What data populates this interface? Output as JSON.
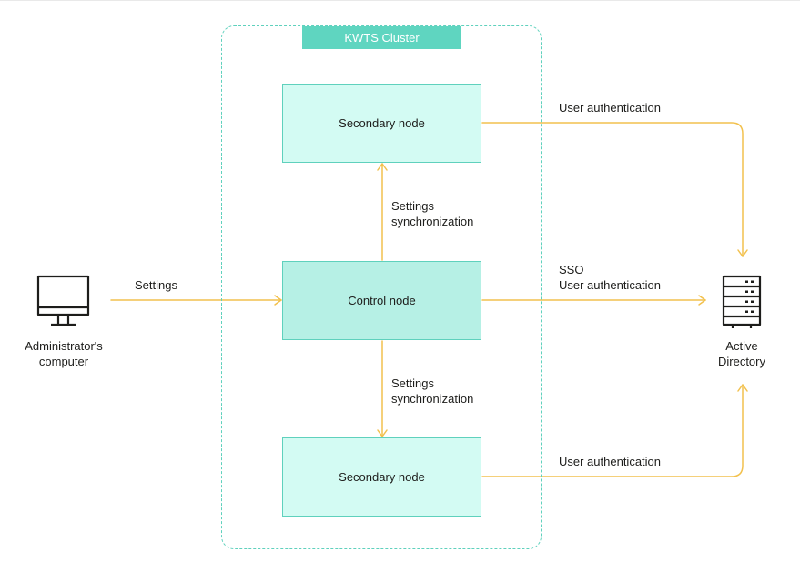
{
  "cluster": {
    "title": "KWTS Cluster"
  },
  "nodes": {
    "secondary_top": "Secondary node",
    "control": "Control node",
    "secondary_bottom": "Secondary node"
  },
  "admin": {
    "line1": "Administrator's",
    "line2": "computer"
  },
  "ad": {
    "line1": "Active",
    "line2": "Directory"
  },
  "edges": {
    "settings": "Settings",
    "sync_up": {
      "line1": "Settings",
      "line2": "synchronization"
    },
    "sync_down": {
      "line1": "Settings",
      "line2": "synchronization"
    },
    "auth_top": "User authentication",
    "sso": {
      "line1": "SSO",
      "line2": "User authentication"
    },
    "auth_bottom": "User authentication"
  },
  "colors": {
    "teal_border": "#5fd1bd",
    "teal_tab": "#5fd5c0",
    "arrow": "#f2c14e",
    "secondary_fill": "#d3fbf3",
    "control_fill": "#b6f0e5"
  },
  "icons": {
    "computer": "monitor-icon",
    "server": "server-rack-icon"
  }
}
